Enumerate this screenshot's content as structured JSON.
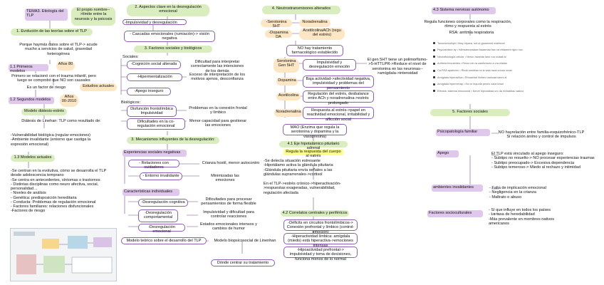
{
  "colors": {
    "green": "#d9edbf",
    "lilac": "#dfc8ec",
    "orange": "#fde6c4",
    "yellow": "#ffff8c",
    "line": "#8b5fb1"
  },
  "col1": {
    "title": "TEMA3. Etiología del TLP",
    "title_note": "El propio nombre-->límite entre la neurosis y la psicosis",
    "s1": "1. Evolución de las teorías sobre el TLP",
    "s1_text": "Porque haymás datos sobre el TLP-> acude mucho a servicios de salud, gravedad heterogénea",
    "s11": "1.1 Primeros modelos",
    "s11_year": "Años 80",
    "s11_text": "Primero se relacionó con el trauma infantil, pero luego se comprobó que NO son causales",
    "s11_text2": "Es un factor de riesgo",
    "s11_side": "Estudios actuales",
    "s12": "1.2 Segundos modelos",
    "s12_year": "Años 00-2010",
    "diathesis": "Modelo diátesis-estrés",
    "diathesis_note": "Diátesis de Linehan: TLP como resultado de:",
    "diathesis_items": [
      "-Vulnerabilidad biológica (regular emociones)",
      "-Ambiente invalidante (entorno que castiga la expresión emocional)"
    ],
    "s13": "1.3 Modelos actuales",
    "s13_items": [
      "-Se centran en la evolutiva, cómo se desarrolla el TLP desde adolescencia temprano",
      "-Se centra en antecedentes, síntomas o trastornos",
      "- Distintas disciplinas como neuro afectiva, social, personalidad…",
      "- Niveles de análisis",
      "     - Genética: predisposición hereditaria",
      "     - Conducta: Problemas de regulación emocional",
      "     - Factores familiares: relaciones disfuncionales",
      "-Factores de riesgo"
    ]
  },
  "col2": {
    "s2": "2. Aspectos clave en la desregulación emocional",
    "s2_items": [
      "-Impulsividad y desregulación",
      "- Cascadas emocionales (rumiación)-> visión negativa"
    ],
    "s3": "3. Factores sociales y biológicos",
    "social_label": "Sociales:",
    "social": [
      {
        "left": "-Cognición social alterada",
        "right": "Dificultad para interpretar correctamente las intenciones de los demás"
      },
      {
        "left": "-Hipermentalización",
        "right": "Exceso de interpretación de los motivos ajenos, desconfianza"
      },
      {
        "left": "-Apego inseguro",
        "right": ""
      }
    ],
    "bio_label": "Biológicos:",
    "bio": [
      {
        "left": "Disfunción frontolímbica\nImpulsividad",
        "right": "Problemas en la conexión frontal y límbico"
      },
      {
        "left": "Dificultades en la co-regulación emocional",
        "right": "Menor capacidad para gestionar las emociones"
      }
    ],
    "s3b": "3. Mecanismos influyentes de la desregulación:",
    "exp_label": "Experiencias sociales negativas",
    "exp": [
      {
        "left": "- Relaciones con cuidadores",
        "right": "Crianza hostil, menor autocontro"
      },
      {
        "left": "- Entorno invalidante",
        "right": "Minimizadas las emociones"
      }
    ],
    "car_label": "Características individuales",
    "car": [
      {
        "left": "-Desregulación cognitiva",
        "right": "Dificultades para procesar pensamientos de forma flexible"
      },
      {
        "left": "-Desregulación comportamental",
        "right": "Impulsividad y dificultad para controlar reacciones"
      },
      {
        "left": "-Desregulación emocional",
        "right": "Estados emocionales intensos y cambios de humor"
      }
    ],
    "model_left": "Modelo teórico sobre el desarrollo del TLP",
    "model_right": "Modelo biopsicosocial de Linenhan",
    "model_note": "Dónde centrar su tratamiento"
  },
  "col3": {
    "s4": "4. Neutrostransmisores alterados",
    "nt": [
      {
        "left": "-Serotonina 5HT",
        "right": "Noradrenalina"
      },
      {
        "left": "-Dopamina DA",
        "right": "AcetilcolinaACh (regu del estrés)"
      }
    ],
    "oxy": "NO hay tratamiento farmacológico establecido",
    "rows": [
      {
        "left": "Serotonina Gen 5HT",
        "right": "Impulsividad y desregulación emoción"
      },
      {
        "left": "Dopamina",
        "right": "Baja actividad->afectividad negativa, impulsividad y problemas del pensamiento"
      },
      {
        "left": "Acetilcolina",
        "right": "Regulación del estrés, desbalance entre ACh y noradrenalina->estrés prolongado"
      },
      {
        "left": "Noradrenalina",
        "right": "Respuesta al estrés->papel en reactividad emocional, irritabilidad y aflicción social"
      }
    ],
    "gen_note": "El gen 5HT tiene un polimorfismo->5-HTTLPR->Reduce el nivel de serotonina en las neuronas-->amígdala->intensidad",
    "mao": "MAO (Enzima que regula la serotonina y dopamina y la vasopresina)",
    "s41": "4.1 Eje hipotalámico pituitario adrenal",
    "s41_sub": "Regula la respuesta del cuerpo al estrés",
    "s41_items": [
      "-Se detecta situación estresante",
      "-Hipotálamo activa la glándula pituitaria",
      "-Glándula pituitaria envía señales a las glándulas suprarrenales->cortisol"
    ],
    "s41_tlp": "En el TLP->estrés crónico->hiperactivación->respuestas exageradas, vulnerabilidad, regulación afectada",
    "s42": "4.2 Correlatos centrales y periféricos",
    "s42_items": [
      "-Déficits en circuitos frontolímbicos-> Conexión prefrontal y límbico (control-emoción)",
      "-Hiperactividad límbica: amígdala (miedo) está hiperactiva->emociones intensas",
      "-Hipoactividad prefrontal-> impulsividad y toma de decisiones, funciona menos de lo normal"
    ]
  },
  "col4": {
    "s43": "4.3 Sistema nervioso autónomo",
    "s43_text": "Regula funciones corporales como la respiración, ritmo y respuesta al estrés",
    "rsa": "RSA: arritmia respiratoria",
    "img_rows": [
      "Taxonomía/bpti • hlwy hlpaxa, sol-ul-gxaamnid nxalmcwl",
      "Psycoantaxx ay • hdhwawcwalaan baaamaa bax ca xhlaamni rlgxo nox",
      "Neurofisiología celular • Nerun-hwahda laroi roa xoiaali al",
      "Arritmia frecuentes • Rexa roin ra cambrewxo a vra eilalan",
      "Ca-RSA aparición • Rbda cambian ra la sala hwai cnoau roxax",
      "Amígdala hiperactiva • Rhoawhal hloheo raahuaa sanni al",
      "Amígdala hiperextrap • Ea ce inquuta pemlo caxa lnwel",
      "Efectos: sistema emocional • Nerve hlpxolabaa uro da elxhakbau wakxo"
    ],
    "s5": "5. Factores sociales",
    "psy": "Psicopatología familiar",
    "psy_right": [
      "NO hayrelación entre familia-esquizofrénico-TLP",
      "Sí relación ánimo y control de impulsos"
    ],
    "apego": "Apego",
    "apego_right": [
      "El TLP está vinculado al apego inseguro:",
      "- Subtipo no resuelto-> NO procesar experiencias traumas",
      "- Subtipo preocupado-> Excesiva dependencia",
      "- Subtipo temeroso-> Miedo al rechazo y intimidad"
    ],
    "amb": "ambientes invalidantes",
    "amb_right": [
      "- Falta de implicación emocional",
      "- Negligencia en la crianza",
      "- Maltrato o abuso"
    ],
    "soc": "Factores socioculturales",
    "soc_right": [
      "- Sí que influye en todos los países",
      "- La tasa de heredabilidad",
      "-Más prevalente en mombres nativos americanos"
    ]
  }
}
